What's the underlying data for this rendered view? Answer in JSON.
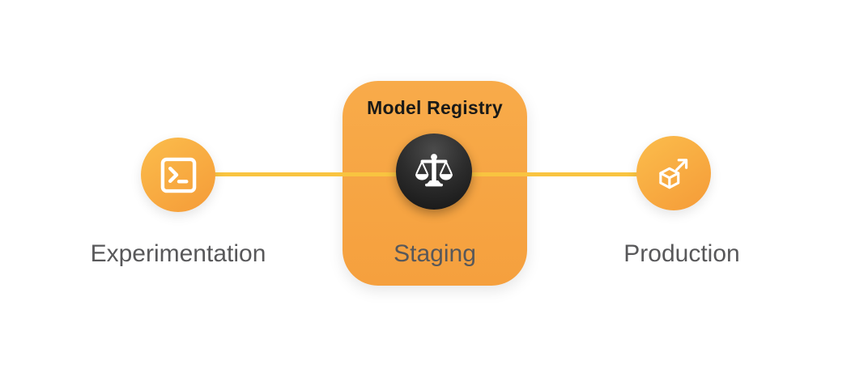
{
  "diagram": {
    "registry_title": "Model Registry",
    "stages": [
      {
        "id": "experimentation",
        "label": "Experimentation",
        "icon": "terminal-icon"
      },
      {
        "id": "staging",
        "label": "Staging",
        "icon": "balance-scale-icon"
      },
      {
        "id": "production",
        "label": "Production",
        "icon": "cube-launch-icon"
      }
    ],
    "connector": {
      "style": "solid-horizontal",
      "color": "#F9C440"
    },
    "colors": {
      "card_orange": "#F6A443",
      "node_gradient_start": "#FBBD4C",
      "node_gradient_end": "#F59B38",
      "dark_node": "#2C2C2C",
      "connector_yellow": "#F9C440",
      "label_gray": "#58585A",
      "title_black": "#1A1A18",
      "icon_white": "#FFFFFF",
      "background": "#FFFFFF"
    }
  }
}
